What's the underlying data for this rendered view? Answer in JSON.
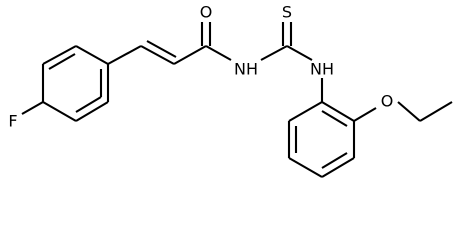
{
  "atoms": {
    "o_carbonyl": "O",
    "s_thio": "S",
    "nh_amide": "NH",
    "nh_aryl": "NH",
    "o_ether": "O",
    "f": "F"
  },
  "colors": {
    "bond": "#000000",
    "label": "#000000",
    "background": "#ffffff"
  }
}
